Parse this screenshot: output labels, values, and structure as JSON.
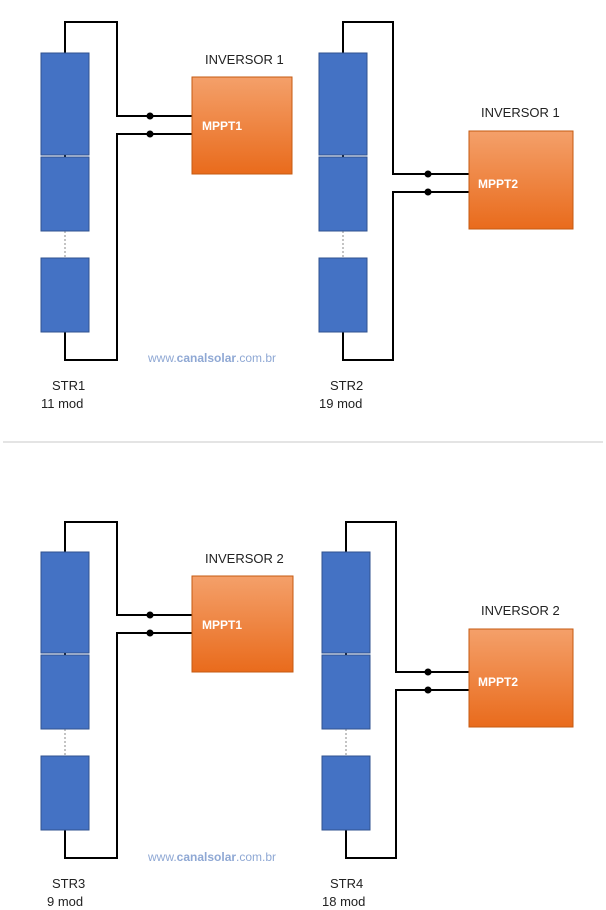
{
  "watermark": {
    "prefix": "www.",
    "brand": "canalsolar",
    "suffix": ".com.br"
  },
  "colors": {
    "module": "#4472c4",
    "mppt_top": "#f4a06a",
    "mppt_bottom": "#e96b1c",
    "wire": "#000000",
    "divider": "#c8c8c8"
  },
  "sections": [
    {
      "strings": [
        {
          "name": "STR1",
          "modules": "11 mod",
          "inverter": "INVERSOR 1",
          "mppt": "MPPT1"
        },
        {
          "name": "STR2",
          "modules": "19 mod",
          "inverter": "INVERSOR 1",
          "mppt": "MPPT2"
        }
      ]
    },
    {
      "strings": [
        {
          "name": "STR3",
          "modules": "9 mod",
          "inverter": "INVERSOR 2",
          "mppt": "MPPT1"
        },
        {
          "name": "STR4",
          "modules": "18 mod",
          "inverter": "INVERSOR 2",
          "mppt": "MPPT2"
        }
      ]
    }
  ]
}
